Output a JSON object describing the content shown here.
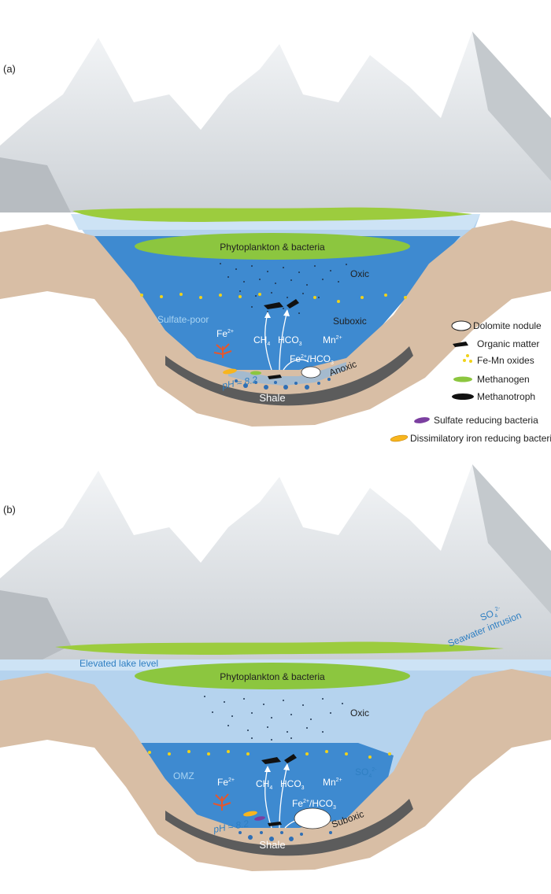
{
  "panel_a": {
    "label": "(a)",
    "phytoplankton": "Phytoplankton & bacteria",
    "oxic": "Oxic",
    "suboxic": "Suboxic",
    "anoxic": "Anoxic",
    "sulfate_poor": "Sulfate-poor",
    "fe": "Fe",
    "fe_sup": "2+",
    "mn": "Mn",
    "mn_sup": "2+",
    "ch4": "CH",
    "ch4_sub": "4",
    "hco3": "HCO",
    "hco3_sub": "3",
    "fe_hco3": "Fe",
    "fe_hco3_sup": "2+",
    "fe_hco3_rest": "/HCO",
    "fe_hco3_sub": "3",
    "ph": "pH ≈ 8.2",
    "shale": "Shale"
  },
  "legend": {
    "dolomite": "Dolomite nodule",
    "organic": "Organic matter",
    "femn": "Fe-Mn oxides",
    "methanogen": "Methanogen",
    "methanotroph": "Methanotroph",
    "srb": "Sulfate reducing bacteria",
    "dirb": "Dissimilatory iron reducing bacteria"
  },
  "panel_b": {
    "label": "(b)",
    "elevated": "Elevated lake level",
    "so4_top": "SO",
    "so4_top_sub": "4",
    "so4_top_sup": "2-",
    "seawater": "Seawater intrusion",
    "phytoplankton": "Phytoplankton & bacteria",
    "oxic": "Oxic",
    "omz": "OMZ",
    "so4": "SO",
    "so4_sub": "4",
    "so4_sup": "2-",
    "suboxic": "Suboxic",
    "fe": "Fe",
    "fe_sup": "2+",
    "mn": "Mn",
    "mn_sup": "2+",
    "ch4": "CH",
    "ch4_sub": "4",
    "hco3": "HCO",
    "hco3_sub": "3",
    "fe_hco3": "Fe",
    "fe_hco3_sup": "2+",
    "fe_hco3_rest": "/HCO",
    "fe_hco3_sub": "3",
    "ph": "pH ≈ 8.2",
    "shale": "Shale"
  },
  "colors": {
    "mountain": "#d6dade",
    "lake_light": "#aecde8",
    "lake_mid": "#8fb8e0",
    "lake_deep": "#2c7dc9",
    "sediment": "#d9bfa8",
    "shale": "#5a5a5a",
    "plankton": "#8cc63f",
    "text_blue": "#2f7fc2"
  }
}
